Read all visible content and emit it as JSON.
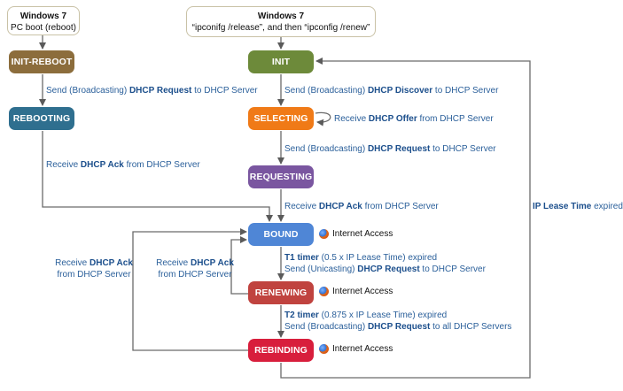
{
  "notes": {
    "left": {
      "title": "Windows 7",
      "text": "PC boot (reboot)"
    },
    "right": {
      "title": "Windows 7",
      "text": "“ipconifg /release”, and then “ipconfig /renew”"
    }
  },
  "states": {
    "init_reboot": {
      "label": "INIT-REBOOT",
      "color": "#8c6d3c"
    },
    "rebooting": {
      "label": "REBOOTING",
      "color": "#2f6f8f"
    },
    "init": {
      "label": "INIT",
      "color": "#6d8a3a"
    },
    "selecting": {
      "label": "SELECTING",
      "color": "#f07a17"
    },
    "requesting": {
      "label": "REQUESTING",
      "color": "#7a56a0"
    },
    "bound": {
      "label": "BOUND",
      "color": "#4f86d6"
    },
    "renewing": {
      "label": "RENEWING",
      "color": "#c0433f"
    },
    "rebinding": {
      "label": "REBINDING",
      "color": "#d81e3c"
    }
  },
  "transitions": {
    "reboot_request": {
      "pre": "Send (Broadcasting) ",
      "bold": "DHCP Request",
      "post": " to DHCP Server"
    },
    "reboot_ack": {
      "pre": "Receive ",
      "bold": "DHCP Ack",
      "post": " from DHCP Server"
    },
    "discover": {
      "pre": "Send (Broadcasting) ",
      "bold": "DHCP Discover",
      "post": " to DHCP Server"
    },
    "offer": {
      "pre": "Receive ",
      "bold": "DHCP Offer",
      "post": " from DHCP Server"
    },
    "request": {
      "pre": "Send (Broadcasting) ",
      "bold": "DHCP Request",
      "post": " to DHCP Server"
    },
    "ack": {
      "pre": "Receive ",
      "bold": "DHCP Ack",
      "post": " from DHCP Server"
    },
    "t1_line1": {
      "bold": "T1 timer",
      "post": " (0.5 x IP Lease Time) expired"
    },
    "t1_line2": {
      "pre": "Send (Unicasting) ",
      "bold": "DHCP Request",
      "post": " to DHCP Server"
    },
    "t2_line1": {
      "bold": "T2 timer",
      "post": " (0.875 x IP Lease Time) expired"
    },
    "t2_line2": {
      "pre": "Send (Broadcasting) ",
      "bold": "DHCP Request",
      "post": " to all DHCP Servers"
    },
    "lease_expired": {
      "bold": "IP Lease Time",
      "post": " expired"
    },
    "renew_ack": {
      "pre": "Receive ",
      "bold": "DHCP Ack",
      "post": "from DHCP Server"
    },
    "rebind_ack": {
      "pre": "Receive ",
      "bold": "DHCP Ack",
      "post": "from DHCP Server"
    }
  },
  "internet_access": "Internet Access"
}
